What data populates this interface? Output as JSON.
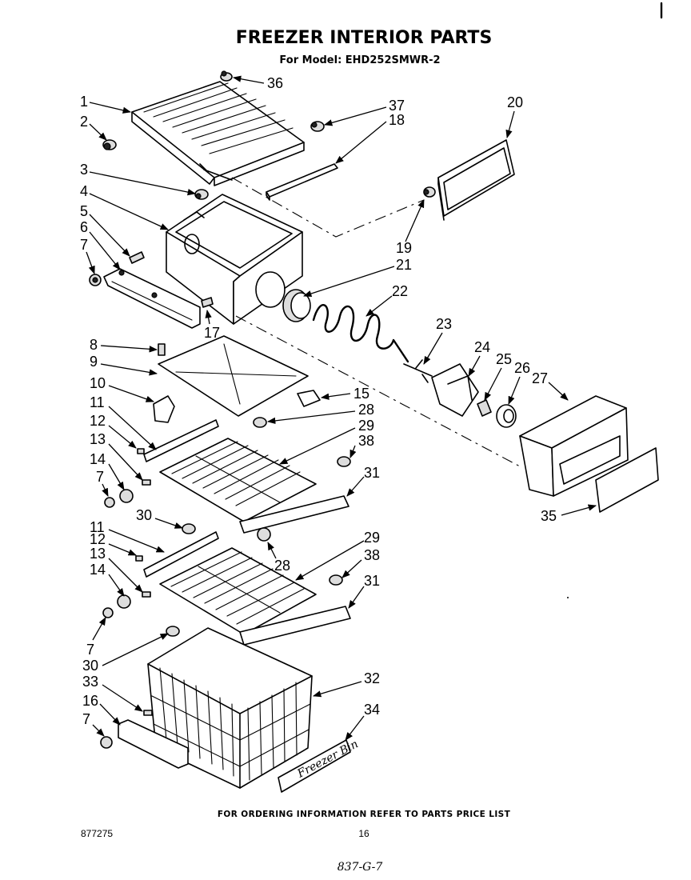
{
  "header": {
    "title": "FREEZER INTERIOR PARTS",
    "model_line": "For Model: EHD252SMWR-2"
  },
  "callouts": {
    "c1": "1",
    "c2": "2",
    "c3": "3",
    "c4": "4",
    "c5": "5",
    "c6": "6",
    "c7a": "7",
    "c8": "8",
    "c9": "9",
    "c10": "10",
    "c11a": "11",
    "c12a": "12",
    "c13a": "13",
    "c14a": "14",
    "c7b": "7",
    "c11b": "11",
    "c12b": "12",
    "c13b": "13",
    "c14b": "14",
    "c7c": "7",
    "c30a": "30",
    "c30b": "30",
    "c33": "33",
    "c16": "16",
    "c7d": "7",
    "c36": "36",
    "c37": "37",
    "c18": "18",
    "c20": "20",
    "c19": "19",
    "c21": "21",
    "c22": "22",
    "c17": "17",
    "c23": "23",
    "c24": "24",
    "c25": "25",
    "c26": "26",
    "c27": "27",
    "c15": "15",
    "c28a": "28",
    "c29a": "29",
    "c38a": "38",
    "c31a": "31",
    "c35": "35",
    "c28b": "28",
    "c29b": "29",
    "c38b": "38",
    "c31b": "31",
    "c32": "32",
    "c34": "34"
  },
  "footer": {
    "ordering_note": "FOR ORDERING INFORMATION REFER TO PARTS PRICE LIST",
    "doc_number": "877275",
    "page_number": "16",
    "handwritten_note": "837-G-7"
  }
}
